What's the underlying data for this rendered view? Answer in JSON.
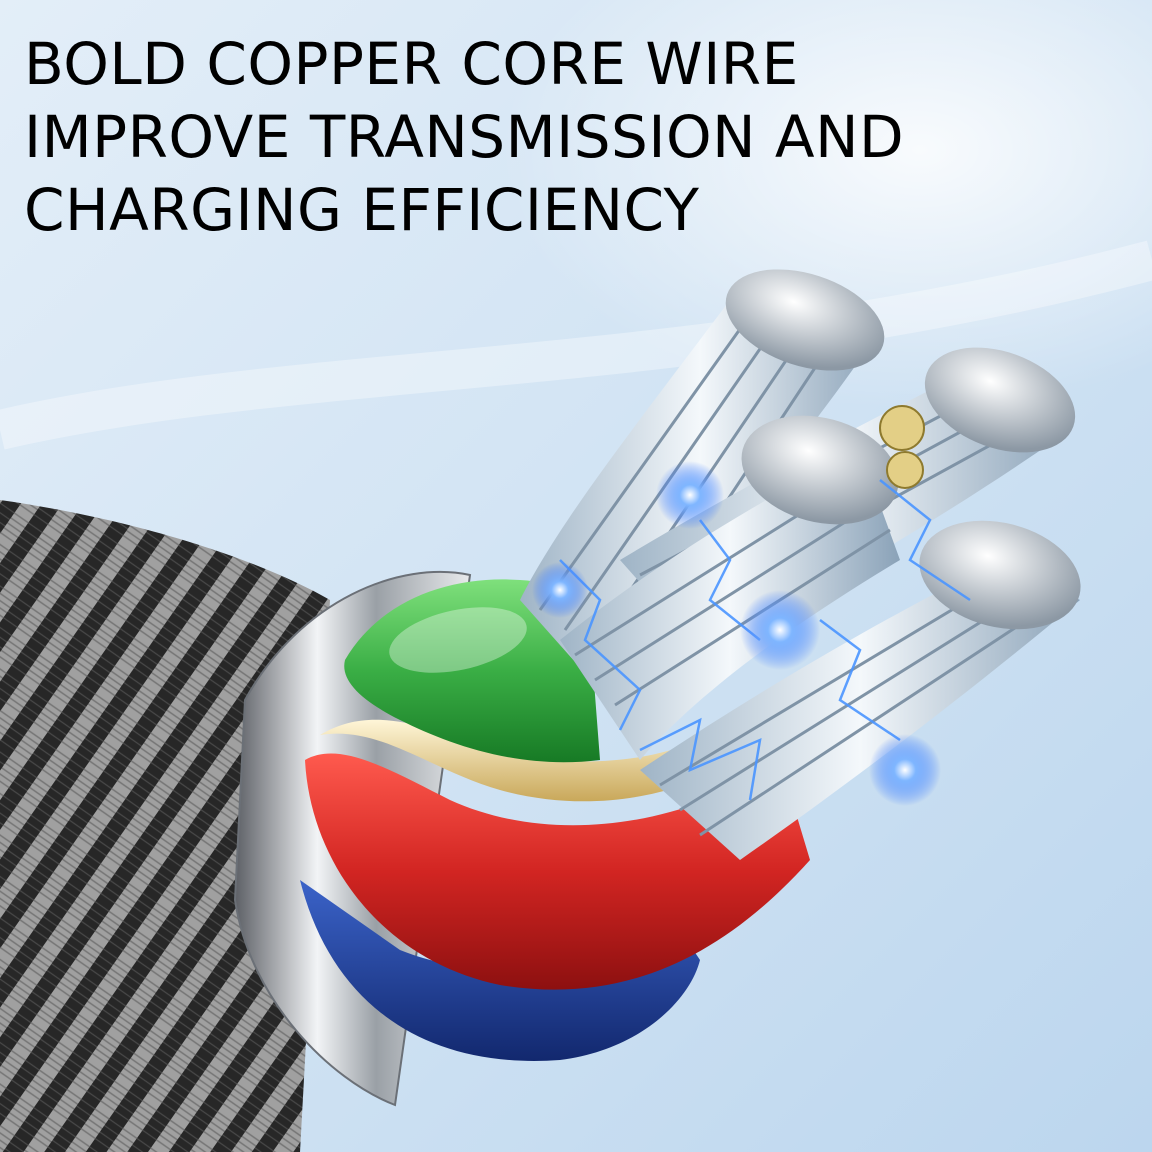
{
  "headline": {
    "lines": [
      "BOLD COPPER CORE WIRE",
      "IMPROVE TRANSMISSION AND",
      "CHARGING EFFICIENCY"
    ]
  },
  "colors": {
    "background": "#cfe3f3",
    "braid_dark": "#2b2b2b",
    "braid_light": "#c8c8c8",
    "insulation_green": "#3bb24a",
    "insulation_red": "#d42a28",
    "insulation_blue": "#1f3f9c",
    "insulation_gold": "#e9d49a",
    "strand_silver": "#dfe7ee",
    "spark_blue": "#3d8bff"
  },
  "illustration": {
    "subject": "braided-usb-cable-cross-section",
    "wire_bundles": 4
  }
}
